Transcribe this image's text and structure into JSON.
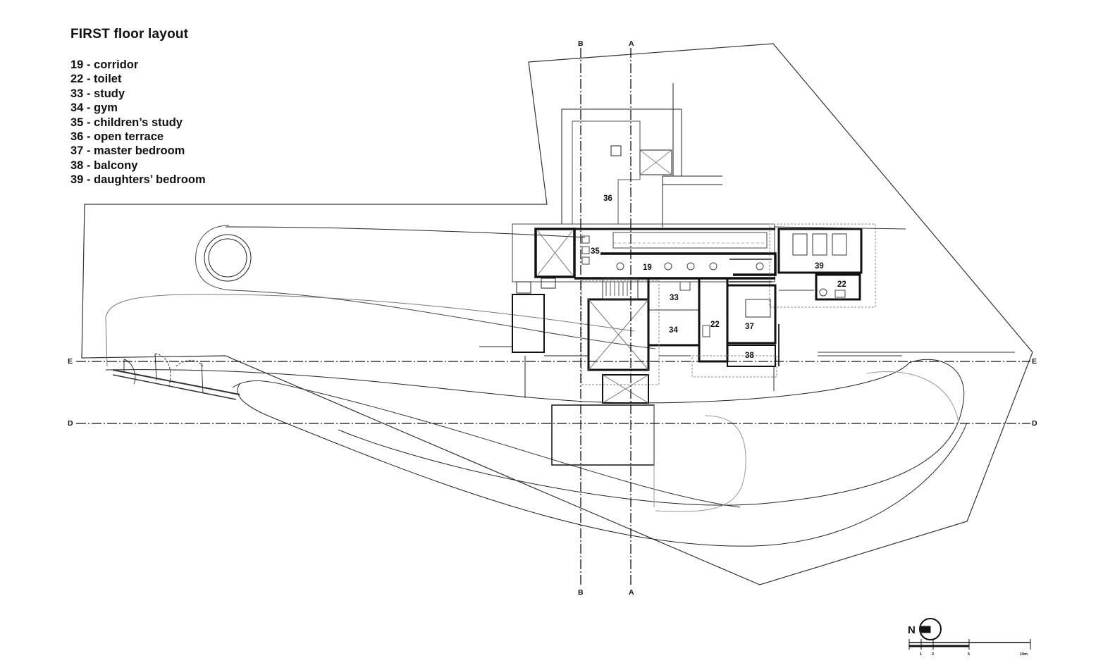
{
  "title": "FIRST floor layout",
  "legend": [
    {
      "number": "19",
      "label": "corridor"
    },
    {
      "number": "22",
      "label": "toilet"
    },
    {
      "number": "33",
      "label": "study"
    },
    {
      "number": "34",
      "label": "gym"
    },
    {
      "number": "35",
      "label": "children’s study"
    },
    {
      "number": "36",
      "label": "open terrace"
    },
    {
      "number": "37",
      "label": "master bedroom"
    },
    {
      "number": "38",
      "label": "balcony"
    },
    {
      "number": "39",
      "label": "daughters’ bedroom"
    }
  ],
  "legend_separator": " - ",
  "room_labels": {
    "r19": "19",
    "r22a": "22",
    "r22b": "22",
    "r33": "33",
    "r34": "34",
    "r35": "35",
    "r36": "36",
    "r37": "37",
    "r38": "38",
    "r39": "39"
  },
  "section_markers": {
    "a_top": "A",
    "a_bottom": "A",
    "b_top": "B",
    "b_bottom": "B",
    "d_left": "D",
    "d_right": "D",
    "e_left": "E",
    "e_right": "E"
  },
  "north": {
    "label": "N"
  },
  "scale_bar": {
    "t1": "1",
    "t2": "2",
    "t5": "5",
    "t10": "10m"
  }
}
